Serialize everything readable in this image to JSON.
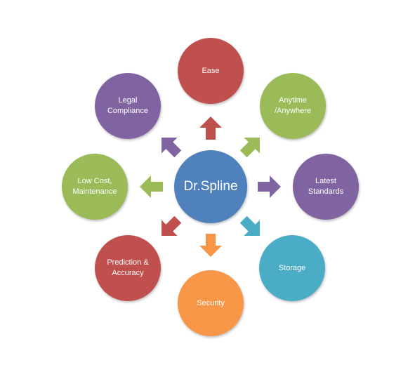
{
  "center": {
    "label": "Dr.Spline",
    "color": "#4f81bd"
  },
  "nodes": [
    {
      "id": "ease",
      "label": "Ease",
      "color": "#c0504d"
    },
    {
      "id": "anytime",
      "label": "Anytime\n/Anywhere",
      "color": "#9bbb59"
    },
    {
      "id": "latest",
      "label": "Latest\nStandards",
      "color": "#8064a2"
    },
    {
      "id": "storage",
      "label": "Storage",
      "color": "#4bacc6"
    },
    {
      "id": "security",
      "label": "Security",
      "color": "#f79646"
    },
    {
      "id": "prediction",
      "label": "Prediction &\nAccuracy",
      "color": "#c0504d"
    },
    {
      "id": "lowcost",
      "label": "Low Cost,\nMaintenance",
      "color": "#9bbb59"
    },
    {
      "id": "legal",
      "label": "Legal\nCompliance",
      "color": "#8064a2"
    }
  ],
  "arrows": [
    {
      "target": "ease",
      "color": "#c0504d"
    },
    {
      "target": "anytime",
      "color": "#9bbb59"
    },
    {
      "target": "latest",
      "color": "#8064a2"
    },
    {
      "target": "storage",
      "color": "#4bacc6"
    },
    {
      "target": "security",
      "color": "#f79646"
    },
    {
      "target": "prediction",
      "color": "#c0504d"
    },
    {
      "target": "lowcost",
      "color": "#9bbb59"
    },
    {
      "target": "legal",
      "color": "#8064a2"
    }
  ]
}
